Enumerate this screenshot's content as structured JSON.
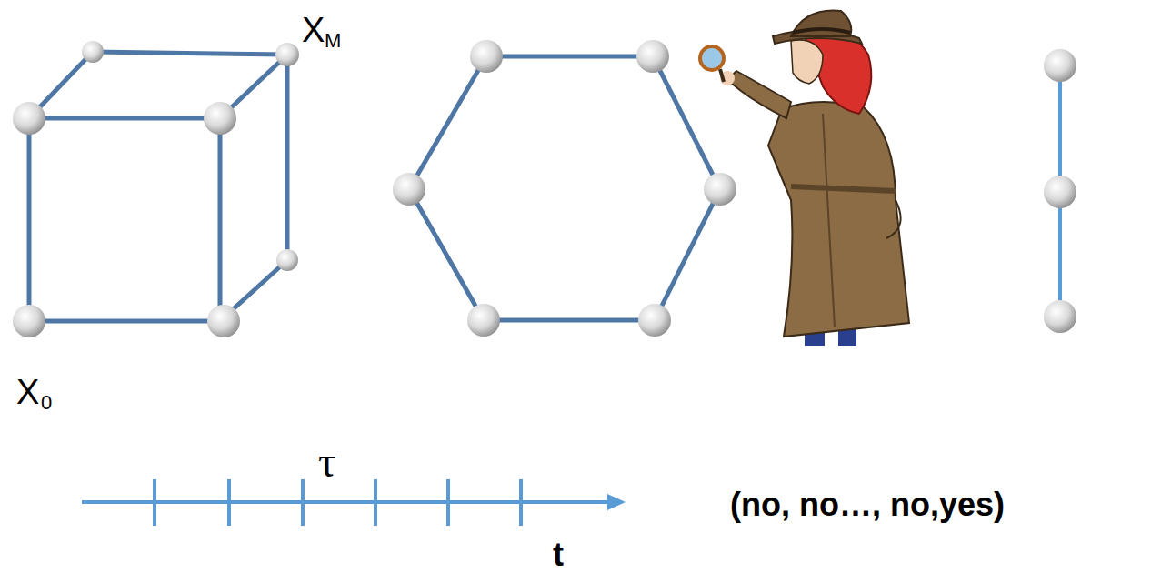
{
  "diagram": {
    "labels": [
      "X",
      "M",
      "X",
      "0",
      "τ",
      "t",
      "(no, no…, no,yes)"
    ]
  }
}
